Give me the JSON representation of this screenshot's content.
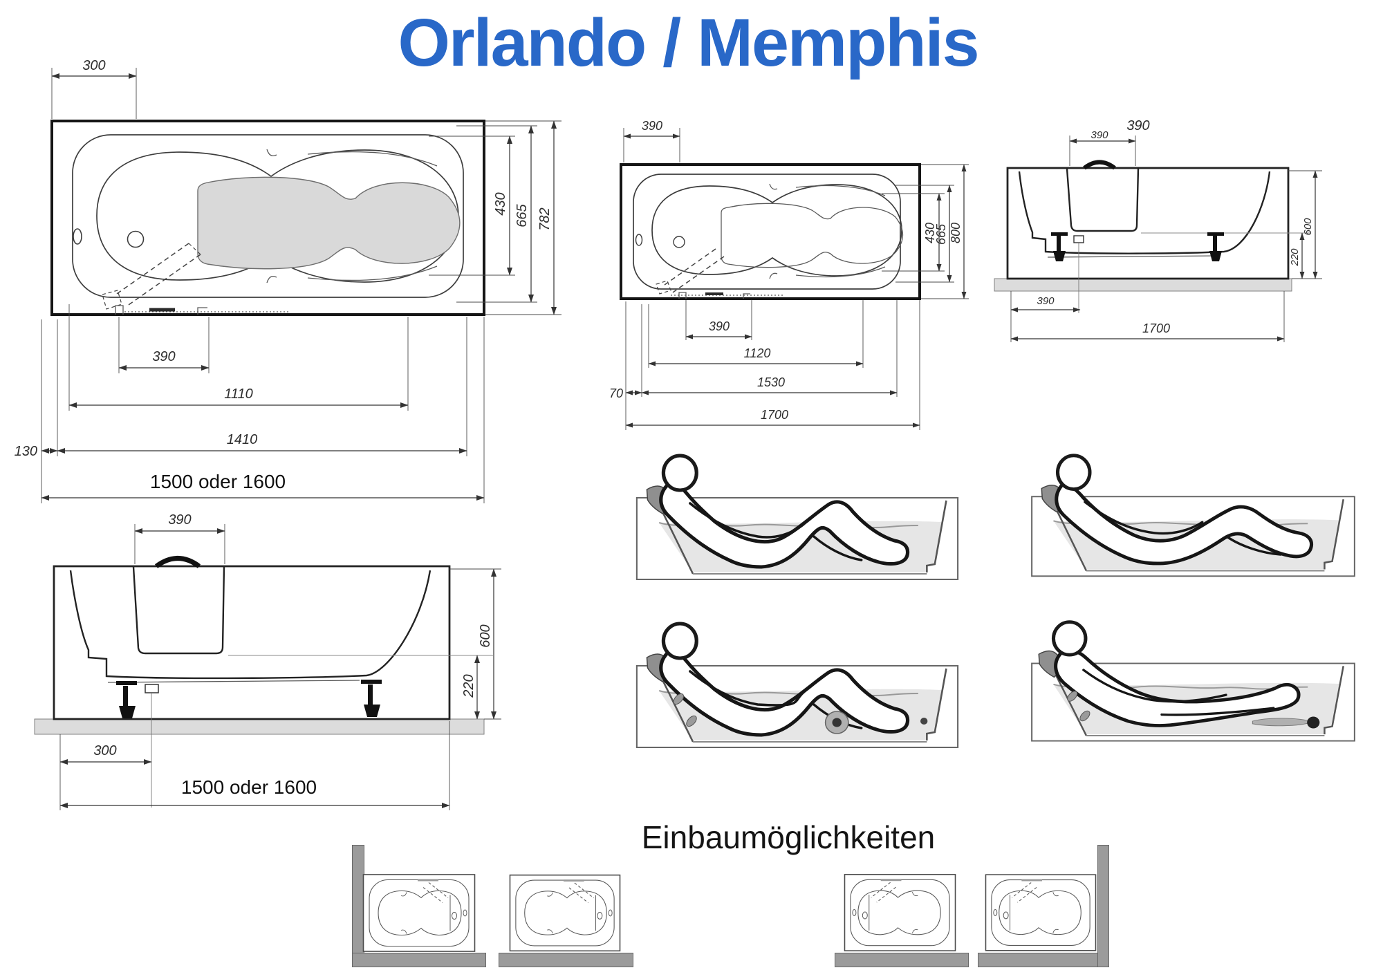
{
  "title": "Orlando / Memphis",
  "installation": {
    "heading": "Einbaumöglichkeiten"
  },
  "plan_small": {
    "overhang_top": "300",
    "inner_width": "430",
    "rim_width": "665",
    "total_width": "782",
    "drain_width": "390",
    "inner_length": "1110",
    "rim_length": "1410",
    "edge_offset": "130",
    "total_length": "1500 oder 1600"
  },
  "plan_large": {
    "overhang_top": "390",
    "inner_width": "430",
    "rim_width": "665",
    "total_width": "800",
    "drain_width": "390",
    "inner_length": "1120",
    "rim_length": "1530",
    "edge_offset": "70",
    "total_length": "1700"
  },
  "side_large": {
    "headrest_width_outer": "390",
    "headrest_width_inner": "390",
    "height": "600",
    "base_height": "220",
    "drain_offset": "390",
    "total_length": "1700"
  },
  "side_small": {
    "headrest_width": "390",
    "height": "600",
    "base_height": "220",
    "drain_offset": "300",
    "total_length": "1500 oder 1600"
  },
  "colors": {
    "title_blue": "#2968c8",
    "tub_bottom_gray": "#d9d9d9",
    "water_gray": "#e6e6e6",
    "masonry_gray": "#9b9b9b",
    "floor_plate_gray": "#dcdcdc",
    "headrest_gray": "#8f8f8f"
  }
}
